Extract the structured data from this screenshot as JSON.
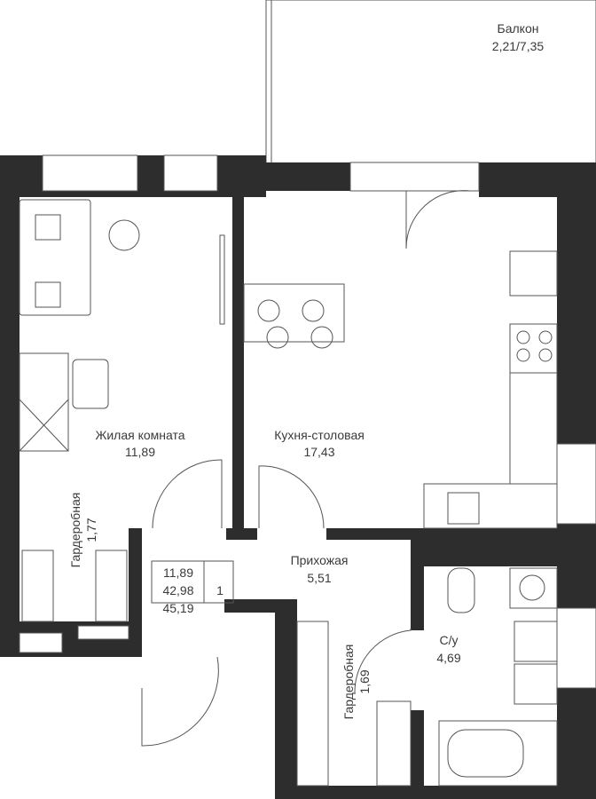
{
  "rooms": {
    "balcony": {
      "name": "Балкон",
      "area": "2,21/7,35"
    },
    "living": {
      "name": "Жилая комната",
      "area": "11,89"
    },
    "kitchen": {
      "name": "Кухня-столовая",
      "area": "17,43"
    },
    "hall": {
      "name": "Прихожая",
      "area": "5,51"
    },
    "wardrobe1": {
      "name": "Гардеробная",
      "area": "1,77"
    },
    "wardrobe2": {
      "name": "Гардеробная",
      "area": "1,69"
    },
    "bathroom": {
      "name": "С/у",
      "area": "4,69"
    }
  },
  "summary": {
    "living_area": "11,89",
    "total_area": "42,98",
    "total_with_balcony": "45,19",
    "rooms_count": "1"
  },
  "colors": {
    "wall": "#2d2d2d",
    "line": "#555555"
  }
}
